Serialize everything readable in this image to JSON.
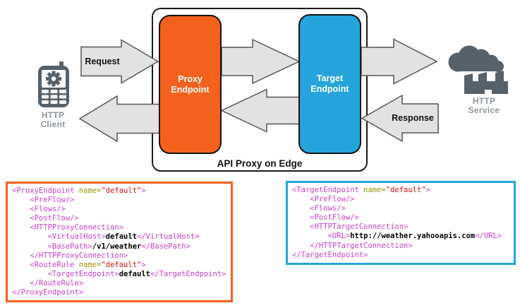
{
  "colors": {
    "proxy-orange": "#F4611D",
    "target-blue": "#24A4DB",
    "arrow-fill": "#E2E2E2",
    "arrow-stroke": "#55565A",
    "icon-gray": "#566169",
    "label-gray": "#8D969C",
    "code-tag": "#CB3FCB",
    "code-attr": "#969600",
    "code-val": "#DD0D0D",
    "code-text": "#000000"
  },
  "diagram": {
    "container_title": "API Proxy on Edge",
    "request_label": "Request",
    "response_label": "Response",
    "proxy_box_label": "Proxy Endpoint",
    "target_box_label": "Target Endpoint",
    "client_label_line1": "HTTP",
    "client_label_line2": "Client",
    "service_label_line1": "HTTP",
    "service_label_line2": "Service",
    "icons": {
      "client": "mobile-phone-gear-icon",
      "service": "cloud-factory-icon"
    }
  },
  "code_blocks": {
    "proxy_endpoint": {
      "lines": [
        [
          [
            "tag",
            "<ProxyEndpoint "
          ],
          [
            "attr",
            "name="
          ],
          [
            "val",
            "\"default\""
          ],
          [
            "tag",
            ">"
          ]
        ],
        [
          [
            "tag",
            "    <PreFlow/>"
          ]
        ],
        [
          [
            "tag",
            "    <Flows/>"
          ]
        ],
        [
          [
            "tag",
            "    <PostFlow/>"
          ]
        ],
        [
          [
            "tag",
            "    <HTTPProxyConnection>"
          ]
        ],
        [
          [
            "tag",
            "        <VirtualHost>"
          ],
          [
            "text",
            "default"
          ],
          [
            "tag",
            "</VirtualHost>"
          ]
        ],
        [
          [
            "tag",
            "        <BasePath>"
          ],
          [
            "text",
            "/v1/weather"
          ],
          [
            "tag",
            "</BasePath>"
          ]
        ],
        [
          [
            "tag",
            "    </HTTPProxyConnection>"
          ]
        ],
        [
          [
            "tag",
            "    <RouteRule "
          ],
          [
            "attr",
            "name="
          ],
          [
            "val",
            "\"default\""
          ],
          [
            "tag",
            ">"
          ]
        ],
        [
          [
            "tag",
            "        <TargetEndpoint>"
          ],
          [
            "text",
            "default"
          ],
          [
            "tag",
            "</TargetEndpoint>"
          ]
        ],
        [
          [
            "tag",
            "    </RouteRule>"
          ]
        ],
        [
          [
            "tag",
            "</ProxyEndpoint>"
          ]
        ]
      ]
    },
    "target_endpoint": {
      "lines": [
        [
          [
            "tag",
            "<TargetEndpoint "
          ],
          [
            "attr",
            "name="
          ],
          [
            "val",
            "\"default\""
          ],
          [
            "tag",
            ">"
          ]
        ],
        [
          [
            "tag",
            "    <PreFlow/>"
          ]
        ],
        [
          [
            "tag",
            "    <Flows/>"
          ]
        ],
        [
          [
            "tag",
            "    <PostFlow/>"
          ]
        ],
        [
          [
            "tag",
            "    <HTTPTargetConnection>"
          ]
        ],
        [
          [
            "tag",
            "        <URL>"
          ],
          [
            "text",
            "http://weather.yahooapis.com"
          ],
          [
            "tag",
            "</URL>"
          ]
        ],
        [
          [
            "tag",
            "    </HTTPTargetConnection>"
          ]
        ],
        [
          [
            "tag",
            "</TargetEndpoint>"
          ]
        ]
      ]
    }
  }
}
